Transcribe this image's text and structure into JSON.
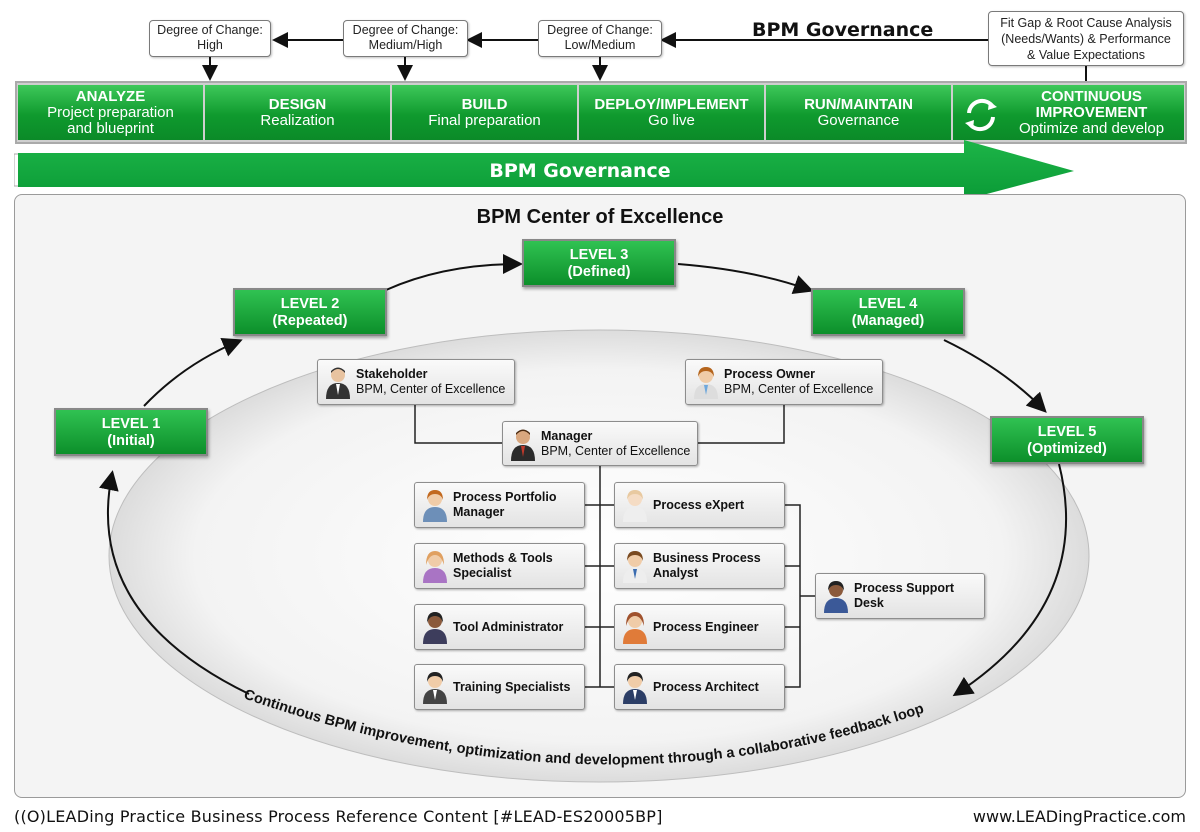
{
  "top": {
    "boxes": [
      {
        "label": "Degree of Change:",
        "value": "High"
      },
      {
        "label": "Degree of Change:",
        "value": "Medium/High"
      },
      {
        "label": "Degree of Change:",
        "value": "Low/Medium"
      }
    ],
    "fit_gap": [
      "Fit Gap & Root Cause Analysis",
      "(Needs/Wants) & Performance",
      "& Value Expectations"
    ],
    "governance_title": "BPM Governance"
  },
  "phases": [
    {
      "title": "ANALYZE",
      "sub": "Project preparation and blueprint"
    },
    {
      "title": "DESIGN",
      "sub": "Realization"
    },
    {
      "title": "BUILD",
      "sub": "Final preparation"
    },
    {
      "title": "DEPLOY/IMPLEMENT",
      "sub": "Go live"
    },
    {
      "title": "RUN/MAINTAIN",
      "sub": "Governance"
    },
    {
      "title": "CONTINUOUS IMPROVEMENT",
      "sub": "Optimize and develop"
    }
  ],
  "arrow_label": "BPM Governance",
  "coe": {
    "title": "BPM Center of Excellence",
    "levels": [
      {
        "name": "LEVEL 1",
        "desc": "(Initial)"
      },
      {
        "name": "LEVEL 2",
        "desc": "(Repeated)"
      },
      {
        "name": "LEVEL 3",
        "desc": "(Defined)"
      },
      {
        "name": "LEVEL 4",
        "desc": "(Managed)"
      },
      {
        "name": "LEVEL 5",
        "desc": "(Optimized)"
      }
    ],
    "stakeholder": {
      "title": "Stakeholder",
      "sub": "BPM, Center of Excellence"
    },
    "owner": {
      "title": "Process Owner",
      "sub": "BPM, Center of Excellence"
    },
    "manager": {
      "title": "Manager",
      "sub": "BPM, Center of Excellence"
    },
    "left_roles": [
      "Process Portfolio Manager",
      "Methods & Tools Specialist",
      "Tool Administrator",
      "Training Specialists"
    ],
    "right_roles": [
      "Process eXpert",
      "Business Process Analyst",
      "Process Engineer",
      "Process Architect"
    ],
    "support": "Process Support Desk",
    "loop_text": "Continuous BPM improvement, optimization and development through a collaborative feedback loop"
  },
  "footer": {
    "left": "((O)LEADing Practice Business Process Reference Content [#LEAD-ES20005BP]",
    "right": "www.LEADingPractice.com"
  },
  "colors": {
    "green": "#0f9a2e",
    "green_light": "#3ec85a"
  }
}
